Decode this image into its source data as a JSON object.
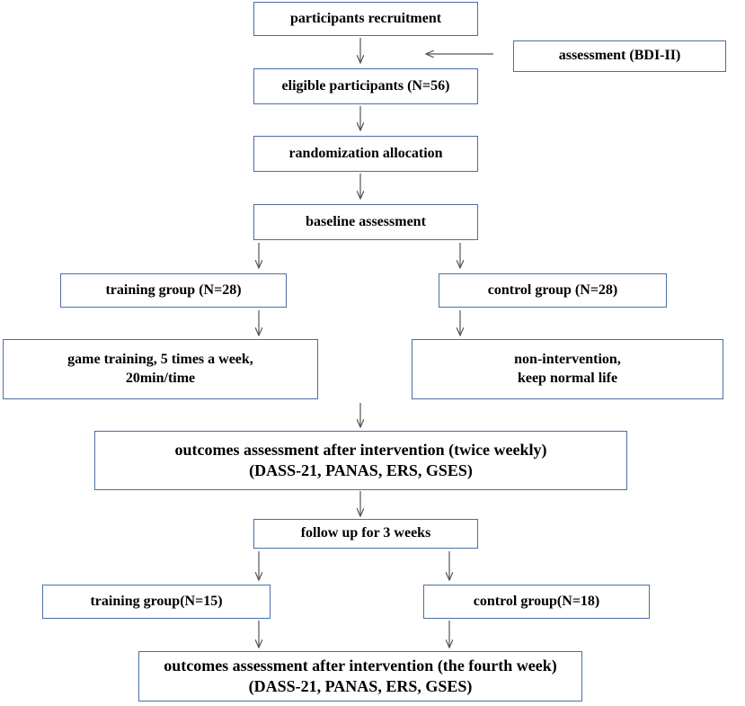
{
  "boxes": {
    "recruitment": "participants recruitment",
    "assessment_bdi": "assessment (BDI-II)",
    "eligible": "eligible participants (N=56)",
    "randomization": "randomization allocation",
    "baseline": "baseline assessment",
    "training_group": "training group (N=28)",
    "control_group": "control group (N=28)",
    "game_training": {
      "line1": "game training, 5 times a week,",
      "line2": "20min/time"
    },
    "non_intervention": {
      "line1": "non-intervention,",
      "line2": "keep normal life"
    },
    "outcomes_1": {
      "line1": "outcomes assessment after intervention (twice weekly)",
      "line2": "(DASS-21, PANAS, ERS, GSES)"
    },
    "follow_up": "follow up for 3 weeks",
    "training_group_2": "training group(N=15)",
    "control_group_2": "control group(N=18)",
    "outcomes_2": {
      "line1": "outcomes assessment after intervention (the fourth week)",
      "line2": "(DASS-21, PANAS, ERS, GSES)"
    }
  },
  "colors": {
    "box_border": "#4a6fa5",
    "arrow": "#555555",
    "text": "#000000"
  }
}
